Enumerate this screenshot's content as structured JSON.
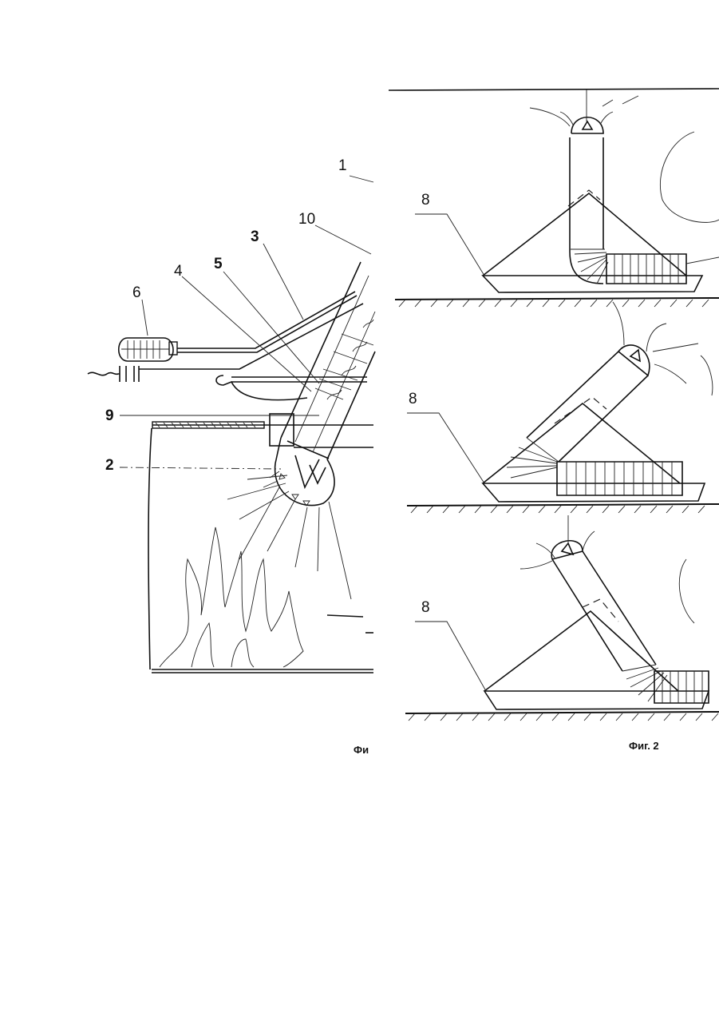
{
  "figure1": {
    "labels": {
      "l1": "1",
      "l10": "10",
      "l3": "3",
      "l5": "5",
      "l4": "4",
      "l6": "6",
      "l9": "9",
      "l2": "2"
    },
    "caption": "Фи"
  },
  "figure2": {
    "panel_labels": [
      "8",
      "8",
      "8"
    ],
    "caption": "Фиг. 2"
  }
}
